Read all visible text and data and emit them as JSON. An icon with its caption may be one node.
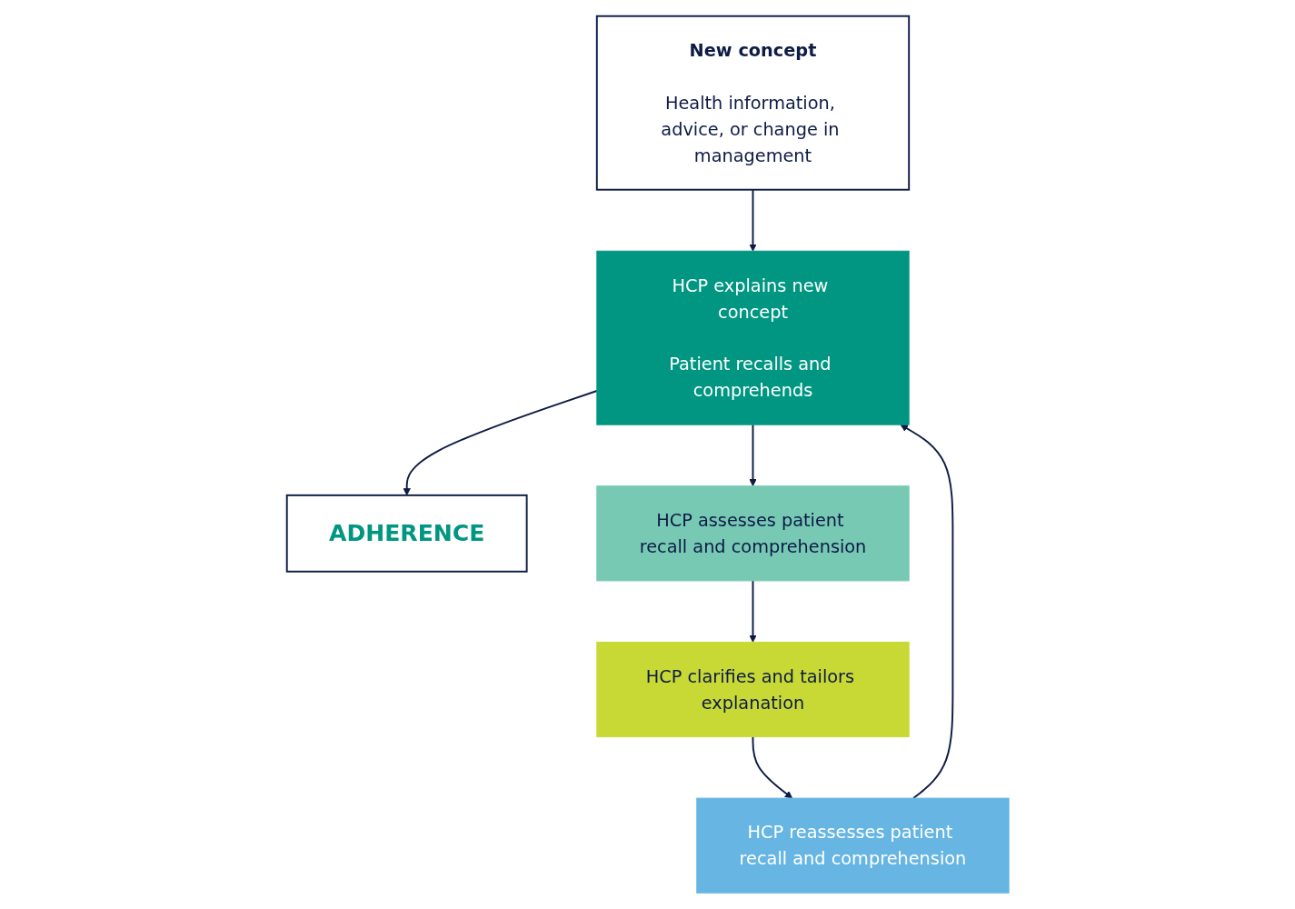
{
  "diagram": {
    "nodes": [
      {
        "text": [
          "New concept",
          "Health information, advice, or change in management"
        ]
      },
      {
        "text": [
          "HCP explains new concept",
          "Patient recalls and comprehends"
        ]
      },
      {
        "text": [
          "ADHERENCE"
        ]
      },
      {
        "text": [
          "HCP assesses patient recall and comprehension"
        ]
      },
      {
        "text": [
          "HCP clarifies and tailors explanation"
        ]
      },
      {
        "text": [
          "HCP reassesses patient recall and comprehension"
        ]
      }
    ],
    "edges": [
      {
        "from": 0,
        "to": 1,
        "arrow": "to"
      },
      {
        "from": 1,
        "to": 2,
        "arrow": "to"
      },
      {
        "from": 1,
        "to": 3,
        "arrow": "to"
      },
      {
        "from": 3,
        "to": 4,
        "arrow": "to"
      },
      {
        "from": 4,
        "to": 5,
        "arrow": "to"
      },
      {
        "from": 5,
        "to": 1,
        "arrow": "to"
      }
    ]
  }
}
